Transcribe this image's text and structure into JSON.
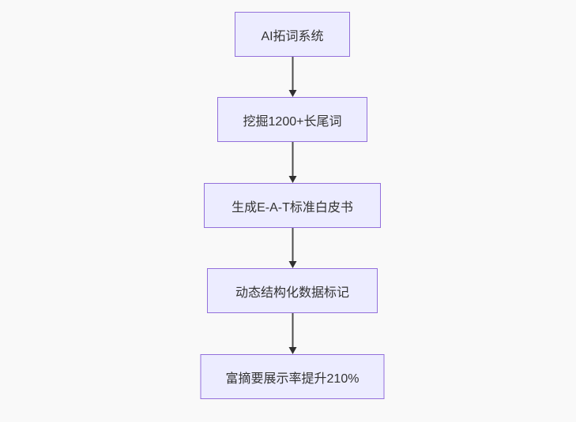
{
  "diagram": {
    "type": "flowchart",
    "direction": "top-down",
    "colors": {
      "canvas_bg": "#f9f9f9",
      "node_fill": "#ECECFF",
      "node_border": "#9370DB",
      "node_text": "#333333",
      "edge_color": "#4d4d4d",
      "arrowhead_color": "#2f2f2f"
    },
    "nodes": [
      {
        "label": "AI拓词系统"
      },
      {
        "label": "挖掘1200+长尾词"
      },
      {
        "label": "生成E-A-T标准白皮书"
      },
      {
        "label": "动态结构化数据标记"
      },
      {
        "label": "富摘要展示率提升210%"
      }
    ],
    "edges": [
      {
        "from": 0,
        "to": 1
      },
      {
        "from": 1,
        "to": 2
      },
      {
        "from": 2,
        "to": 3
      },
      {
        "from": 3,
        "to": 4
      }
    ]
  }
}
